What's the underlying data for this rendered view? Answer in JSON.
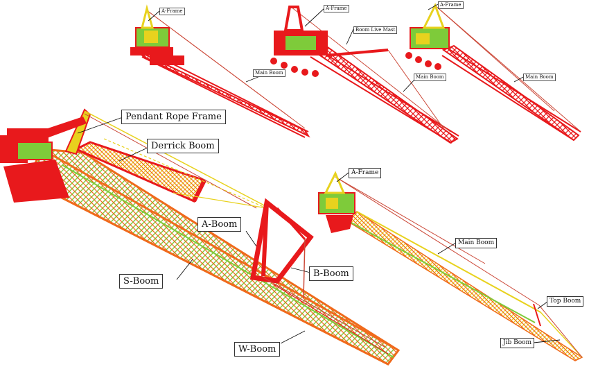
{
  "colors": {
    "red": "#e8191c",
    "orange": "#f06a1c",
    "yellow": "#e8d21e",
    "green": "#7ecb3a",
    "rope": "#cc4a3a",
    "pointer": "#111111"
  },
  "labels": {
    "top_left_aframe": "A-Frame",
    "top_left_mainboom": "Main Boom",
    "top_mid_aframe": "A-Frame",
    "top_mid_livemast": "Boom Live Mast",
    "top_mid_mainboom": "Main Boom",
    "top_right_aframe": "A-Frame",
    "top_right_mainboom": "Main Boom",
    "big_pendant": "Pendant Rope Frame",
    "big_derrick": "Derrick Boom",
    "big_aboom": "A-Boom",
    "big_sboom": "S-Boom",
    "big_bboom": "B-Boom",
    "big_wboom": "W-Boom",
    "right_aframe": "A-Frame",
    "right_mainboom": "Main Boom",
    "right_topboom": "Top Boom",
    "right_jibboom": "Jib Boom"
  }
}
